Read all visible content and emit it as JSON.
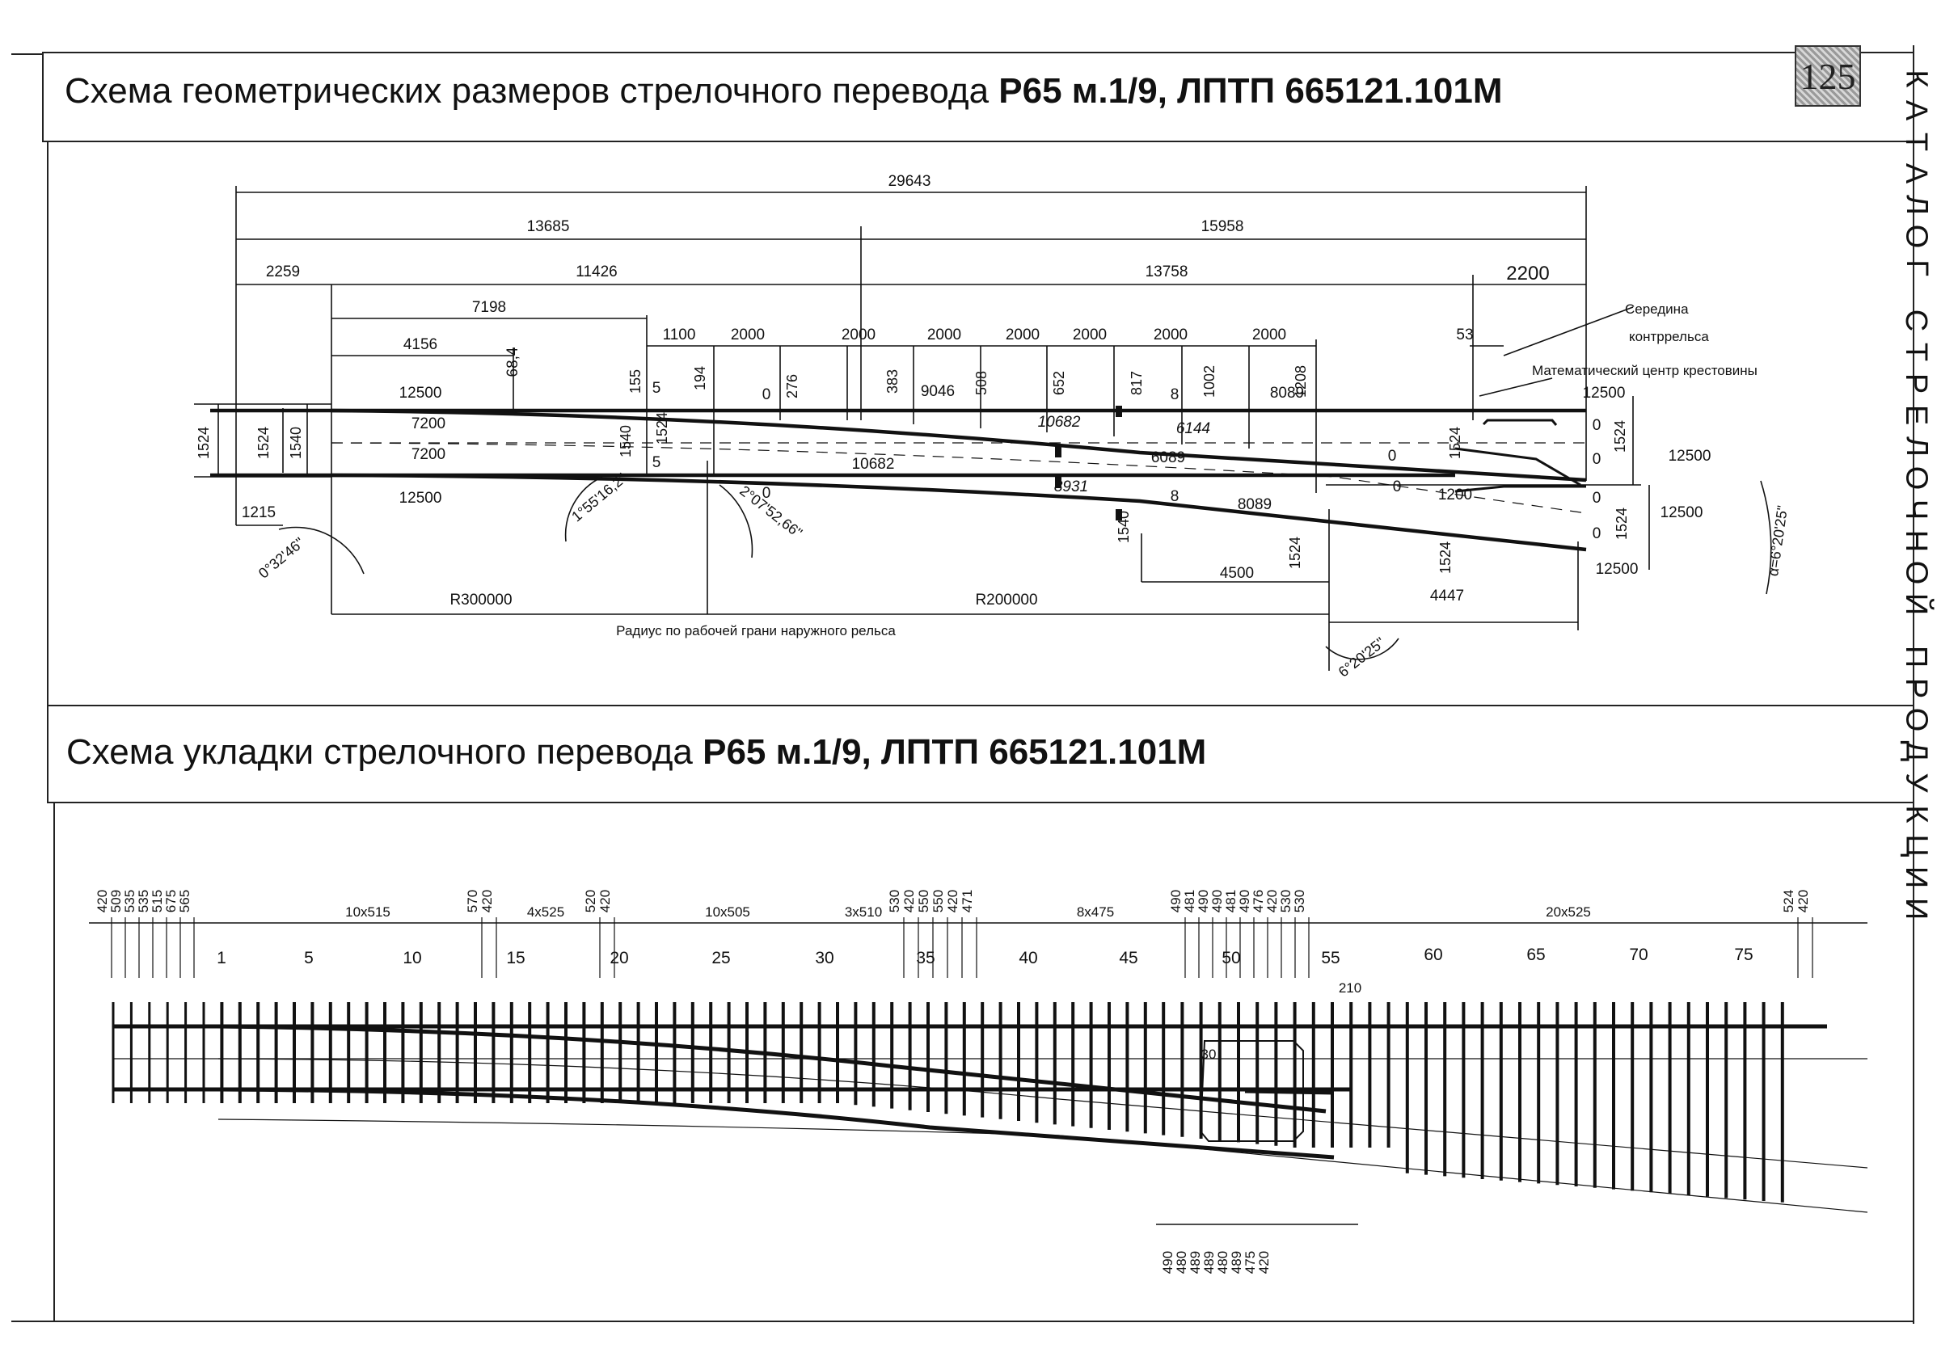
{
  "header": {
    "title_plain": "Схема геометрических размеров стрелочного перевода ",
    "title_bold": "Р65 м.1/9, ЛПТП 665121.101М",
    "page_number": "125"
  },
  "section2": {
    "title_plain": "Схема укладки стрелочного перевода ",
    "title_bold": "Р65 м.1/9, ЛПТП 665121.101М"
  },
  "side_label": "КАТАЛОГ СТРЕЛОЧНОЙ ПРОДУКЦИИ",
  "geometry": {
    "dim_total": "29643",
    "dim_left_half": "13685",
    "dim_right_half": "15958",
    "dims_row3": [
      "2259",
      "11426",
      "13758",
      "2200"
    ],
    "dim_7198": "7198",
    "dim_4156": "4156",
    "dim_684": "68,4",
    "spacing_row": [
      "1100",
      "2000",
      "2000",
      "2000",
      "2000",
      "2000",
      "2000",
      "2000"
    ],
    "dim_53": "53",
    "callout_middle": "Середина",
    "callout_counter": "контррельса",
    "callout_center": "Математический центр крестовины",
    "rail_12500_a": "12500",
    "rail_7200_a": "7200",
    "rail_7200_b": "7200",
    "rail_12500_b": "12500",
    "gauge_1524": "1524",
    "gauge_1540": "1540",
    "gauge_1524_outer": "1524",
    "dim_1215": "1215",
    "ord_155": "155",
    "ord_5a": "5",
    "ord_194": "194",
    "ord_0a": "0",
    "ord_276": "276",
    "ord_383": "383",
    "ord_9046": "9046",
    "ord_508": "508",
    "ord_652": "652",
    "ord_10682a": "10682",
    "ord_817": "817",
    "ord_8a": "8",
    "ord_6144": "6144",
    "ord_1002": "1002",
    "ord_8089a": "8089",
    "ord_1208": "1208",
    "ord_1540b": "1540",
    "ord_1524b": "1524",
    "ord_5b": "5",
    "ord_10682b": "10682",
    "ord_6089": "6089",
    "ord_0b": "0",
    "ord_8931": "8931",
    "ord_8b": "8",
    "ord_8089b": "8089",
    "ord_1540c": "1540",
    "ord_1524c": "1524",
    "ord_4500": "4500",
    "ord_1524d": "1524",
    "ord_4447": "4447",
    "ord_0c": "0",
    "ord_0d": "0",
    "ord_1200": "1200",
    "ord_1524e": "1524",
    "right_12500_a": "12500",
    "right_0a": "0",
    "right_1524a": "1524",
    "right_0b": "0",
    "right_12500_b": "12500",
    "right_0c": "0",
    "right_1524b": "1524",
    "right_12500_c": "12500",
    "right_0d": "0",
    "right_12500_d": "12500",
    "angle_alpha": "α=6°20'25\"",
    "angle_1": "1°55'16,2\"",
    "angle_2": "2°07'52,66\"",
    "angle_3": "0°32'46\"",
    "angle_4": "6°20'25\"",
    "radius_1": "R300000",
    "radius_2": "R200000",
    "radius_caption": "Радиус по рабочей грани наружного рельса"
  },
  "layout_plan": {
    "top_spacings_left": [
      "420",
      "509",
      "535",
      "535",
      "515",
      "675",
      "565"
    ],
    "group_10x515": "10x515",
    "sp_570_420": [
      "570",
      "420"
    ],
    "group_4x525": "4x525",
    "sp_520_420": [
      "520",
      "420"
    ],
    "group_10x505": "10x505",
    "group_3x510": "3x510",
    "sp_mid": [
      "530",
      "420",
      "550",
      "550",
      "420",
      "471"
    ],
    "group_8x475": "8x475",
    "sp_right": [
      "490",
      "481",
      "490",
      "490",
      "481",
      "490",
      "476",
      "420",
      "530",
      "530"
    ],
    "group_20x525": "20x525",
    "sp_end": [
      "524",
      "420"
    ],
    "sleeper_numbers": [
      "1",
      "5",
      "10",
      "15",
      "20",
      "25",
      "30",
      "35",
      "40",
      "45",
      "50",
      "55",
      "60",
      "65",
      "70",
      "75"
    ],
    "label_210": "210",
    "label_30": "30",
    "bottom_spacings": [
      "490",
      "480",
      "489",
      "489",
      "480",
      "489",
      "475",
      "420"
    ]
  }
}
